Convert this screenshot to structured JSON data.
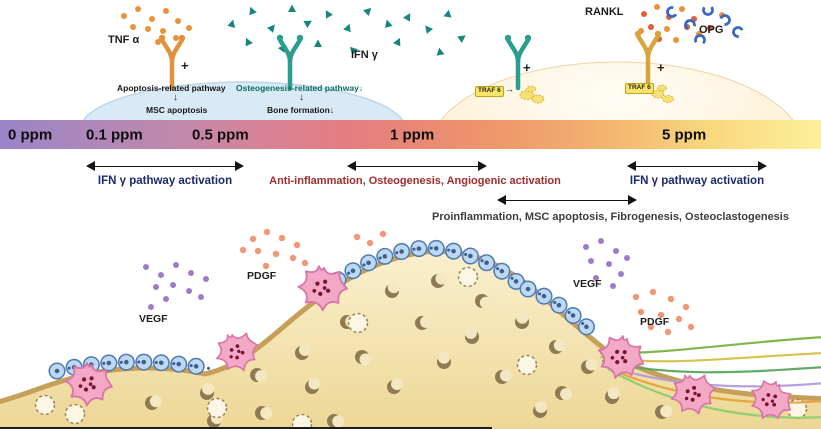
{
  "top": {
    "tnf_label": "TNF α",
    "plus_tnf": "+",
    "apoptosis_pathway": "Apoptosis-related pathway",
    "down_arrow_left": "↓",
    "msc_apoptosis": "MSC apoptosis",
    "ifn_label": "IFN γ",
    "osteogenesis_pathway": "Osteogenesis-related pathway↓",
    "down_arrow_mid": "↓",
    "bone_formation": "Bone formation↓",
    "rankl_label": "RANKL",
    "opg_label": "OPG",
    "plus_teal": "+",
    "plus_orange": "+",
    "traf6_left": "TRAF 6",
    "traf6_arrow": "→",
    "traf6_right": "TRAF 6"
  },
  "scale": {
    "labels": [
      "0 ppm",
      "0.1 ppm",
      "0.5 ppm",
      "1 ppm",
      "5 ppm"
    ]
  },
  "annotations": {
    "left": "IFN γ pathway activation",
    "middle": "Anti-inflammation, Osteogenesis, Angiogenic activation",
    "right": "IFN γ pathway activation",
    "bottom": "Proinflammation, MSC apoptosis, Fibrogenesis, Osteoclastogenesis"
  },
  "growth_factors": {
    "pdgf_left": "PDGF",
    "vegf_left": "VEGF",
    "vegf_right": "VEGF",
    "pdgf_right": "PDGF"
  },
  "colors": {
    "scale_gradient_left": "#9a84c8",
    "scale_gradient_mid": "#e37d82",
    "scale_gradient_right": "#fcf09a",
    "ifn_annotation": "#1b2a6b",
    "anti_annotation": "#a32c2c",
    "pro_annotation": "#3d3d3d",
    "osteoblast_cell": "#bdd9f2",
    "msc_cell": "#f3a8c6",
    "vegf_dot": "#9d7bc8",
    "pdgf_dot": "#ef9776"
  }
}
